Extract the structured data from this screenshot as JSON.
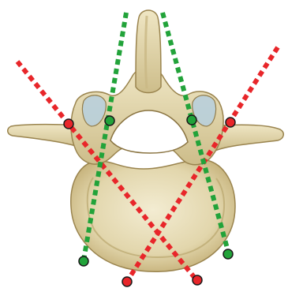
{
  "figure": {
    "subject": "vertebra-superior-view",
    "colors": {
      "background": "#ffffff",
      "bone_light": "#ece3c2",
      "bone_mid": "#d7c99a",
      "bone_dark": "#b09a63",
      "bone_outline": "#8a7441",
      "canal_shadow": "#a9c5d6",
      "red_line": "#e8262a",
      "green_line": "#22a33a",
      "marker_outline": "#1a1a1a"
    },
    "line_styles": {
      "dash": "dotted",
      "marker_shape": "circle"
    }
  }
}
